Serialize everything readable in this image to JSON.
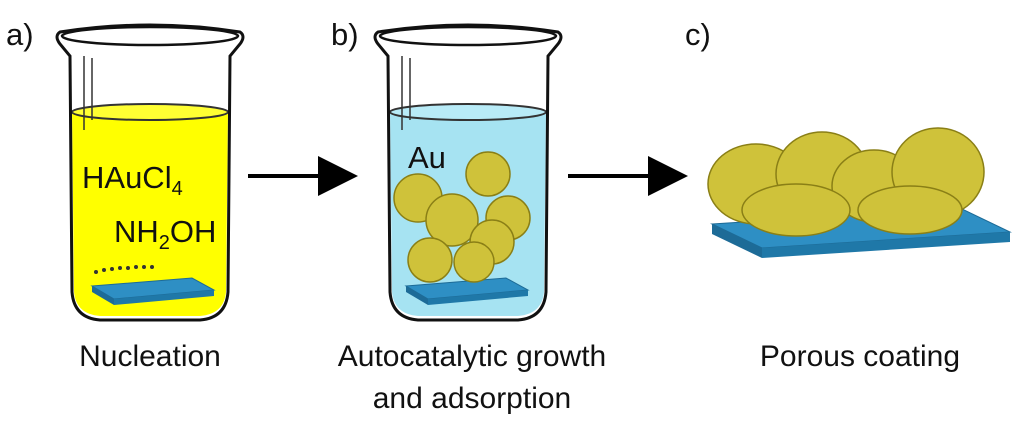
{
  "panels": [
    {
      "letter": "a)",
      "caption": "Nucleation",
      "labels": {
        "reagent_1_main": "HAuCl",
        "reagent_1_sub": "4",
        "reagent_2_pre": "NH",
        "reagent_2_sub": "2",
        "reagent_2_post": "OH"
      },
      "liquid_color": "#ffff00"
    },
    {
      "letter": "b)",
      "caption_line1": "Autocatalytic growth",
      "caption_line2": "and adsorption",
      "labels": {
        "metal": "Au"
      },
      "liquid_color": "#a6e3f2"
    },
    {
      "letter": "c)",
      "caption": "Porous coating"
    }
  ],
  "colors": {
    "substrate": "#2e8fc4",
    "substrate_dark": "#1d6b97",
    "gold": "#cfc23a",
    "gold_dark": "#8a7f16",
    "gold_light": "#e7dd6a",
    "arrow": "#000000"
  }
}
